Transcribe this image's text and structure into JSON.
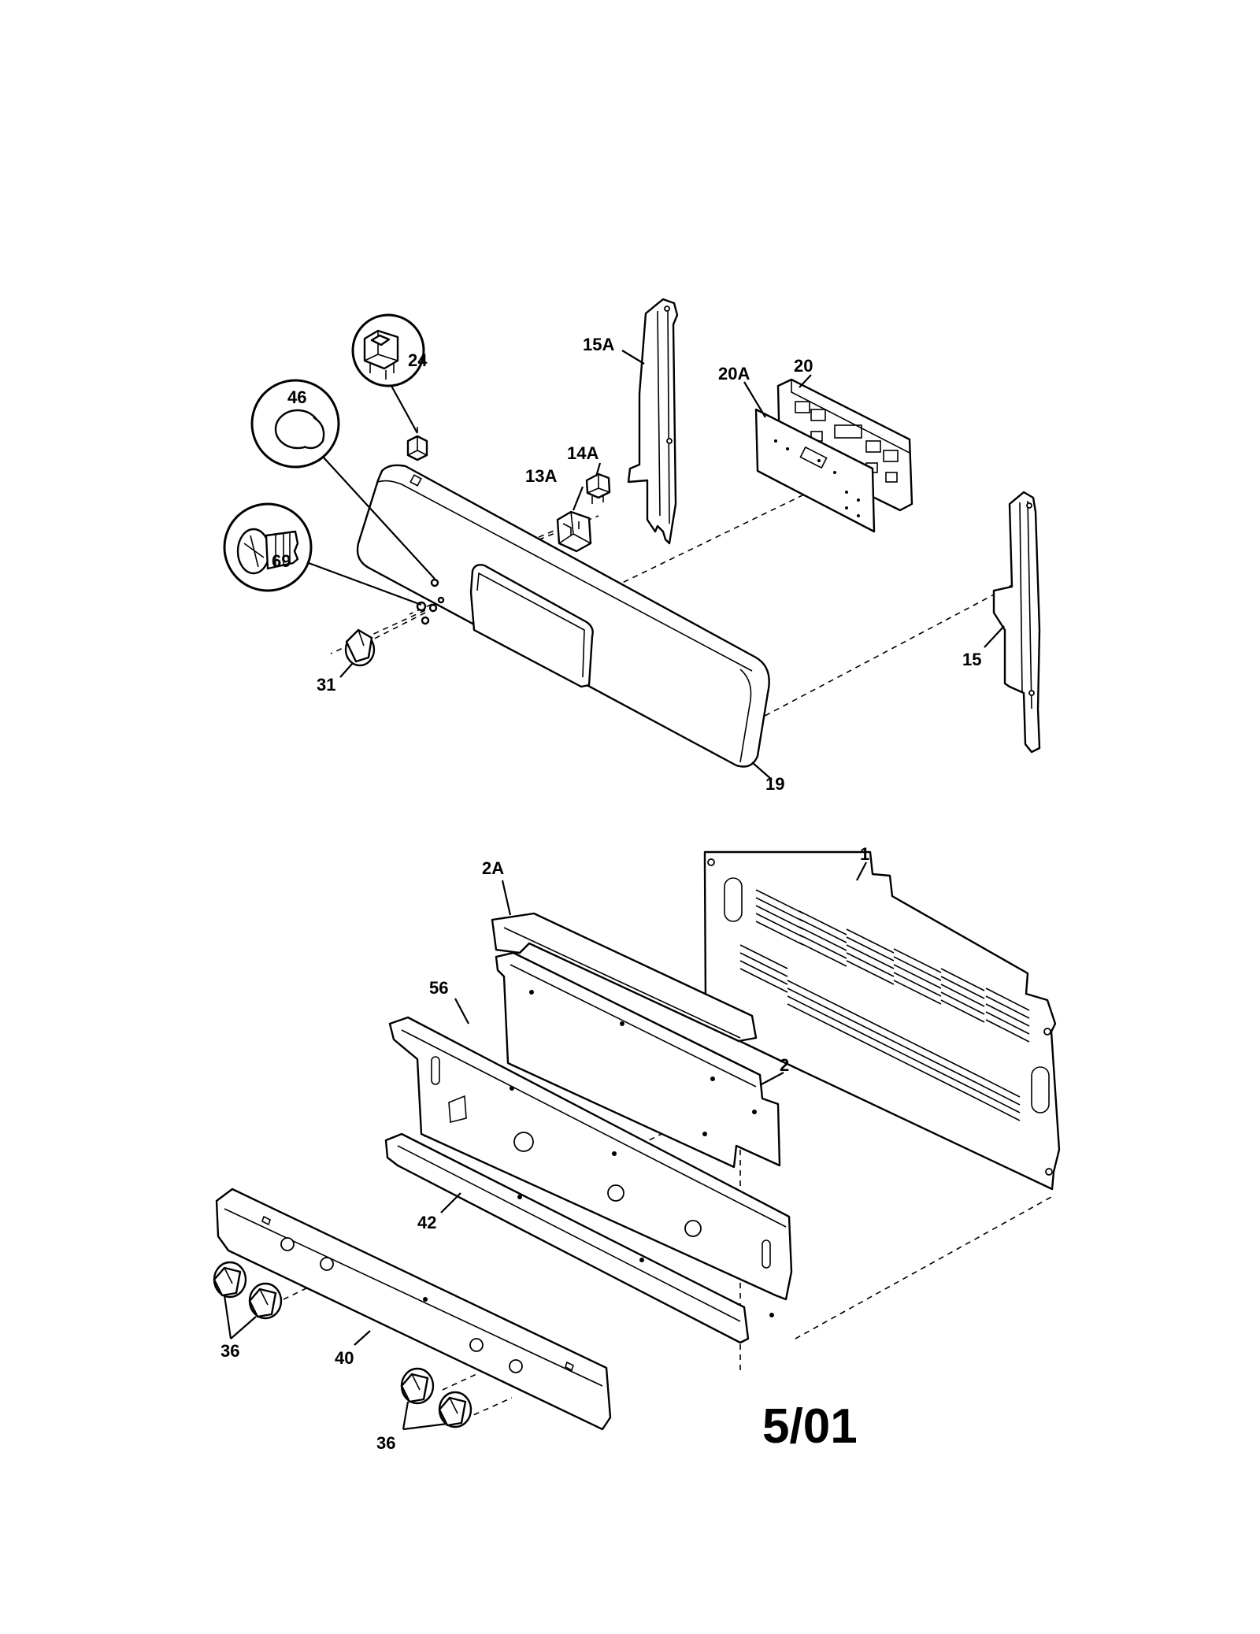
{
  "labels": {
    "p1": "1",
    "p2": "2",
    "p2a": "2A",
    "p13a": "13A",
    "p14a": "14A",
    "p15": "15",
    "p15a": "15A",
    "p19": "19",
    "p20": "20",
    "p20a": "20A",
    "p24": "24",
    "p31": "31",
    "p36a": "36",
    "p36b": "36",
    "p40": "40",
    "p42": "42",
    "p46": "46",
    "p56": "56",
    "p69": "69"
  },
  "date_code": "5/01"
}
